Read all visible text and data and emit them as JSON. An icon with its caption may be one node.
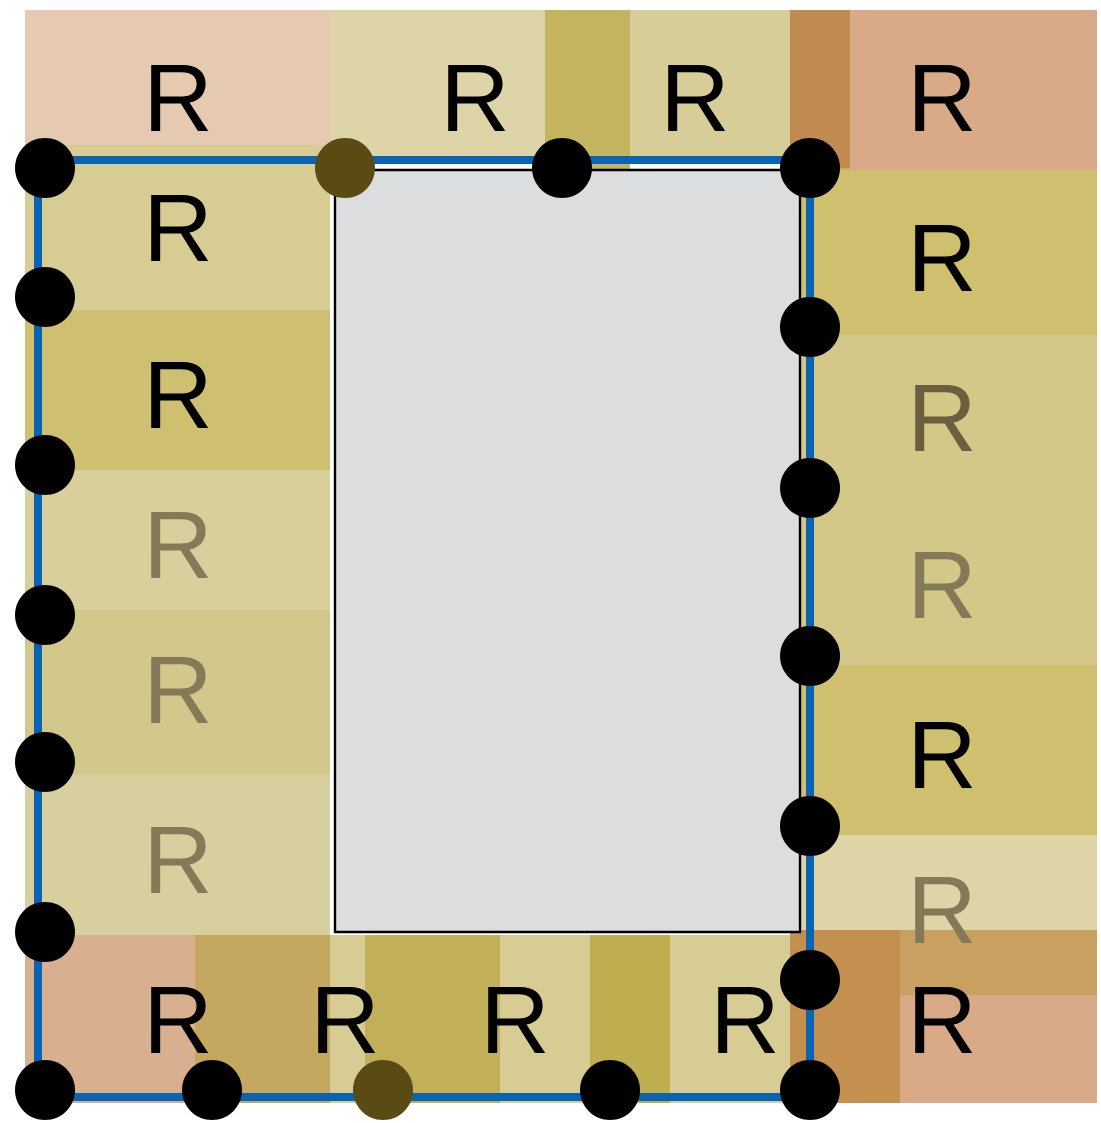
{
  "diagram": {
    "nodes": [
      {
        "text": [
          "R"
        ]
      },
      {
        "text": [
          "R"
        ]
      },
      {
        "text": [
          "R"
        ]
      },
      {
        "text": [
          "R"
        ]
      },
      {
        "text": [
          "R"
        ]
      },
      {
        "text": [
          "R"
        ]
      },
      {
        "text": [
          "R"
        ]
      },
      {
        "text": [
          "R"
        ]
      },
      {
        "text": [
          "R"
        ]
      },
      {
        "text": [
          "R"
        ]
      },
      {
        "text": [
          "R"
        ]
      },
      {
        "text": [
          "R"
        ]
      },
      {
        "text": [
          "R"
        ]
      },
      {
        "text": [
          "R"
        ]
      },
      {
        "text": [
          "R"
        ]
      },
      {
        "text": [
          "R"
        ]
      },
      {
        "text": [
          "R"
        ]
      },
      {
        "text": [
          "R"
        ]
      },
      {
        "text": [
          "R"
        ]
      }
    ]
  }
}
